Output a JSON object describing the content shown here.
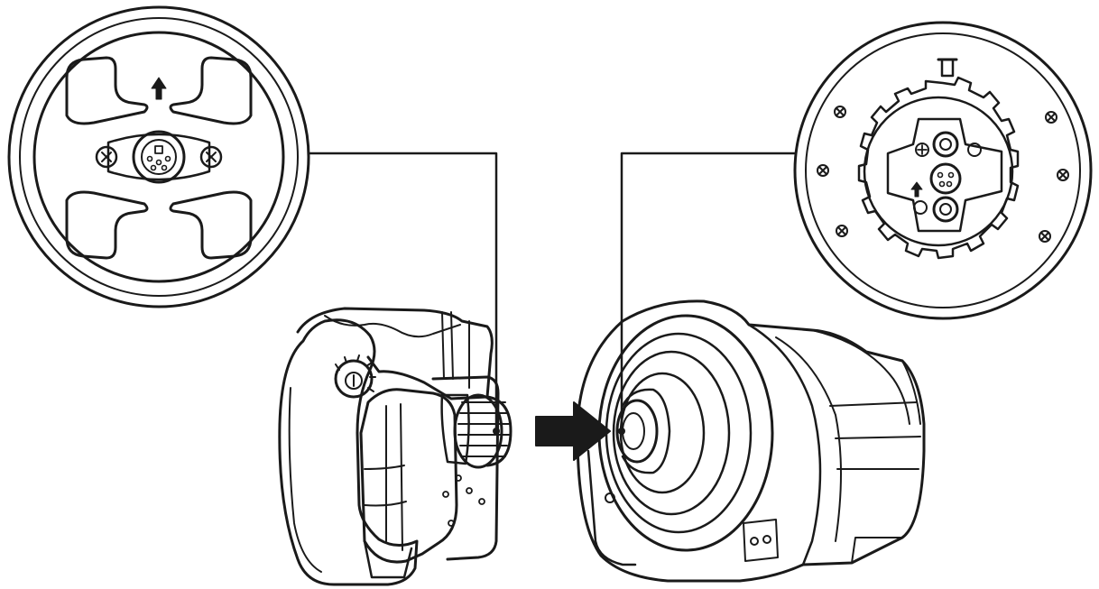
{
  "diagram": {
    "colors": {
      "line": "#1a1a1a",
      "background": "#ffffff",
      "shade": "#e6e6e6"
    },
    "parts": [
      "wheel-hub-detail",
      "base-hub-detail",
      "steering-wheel",
      "wheel-base",
      "mount-arrow",
      "leader-line-wheel",
      "leader-line-base"
    ]
  }
}
